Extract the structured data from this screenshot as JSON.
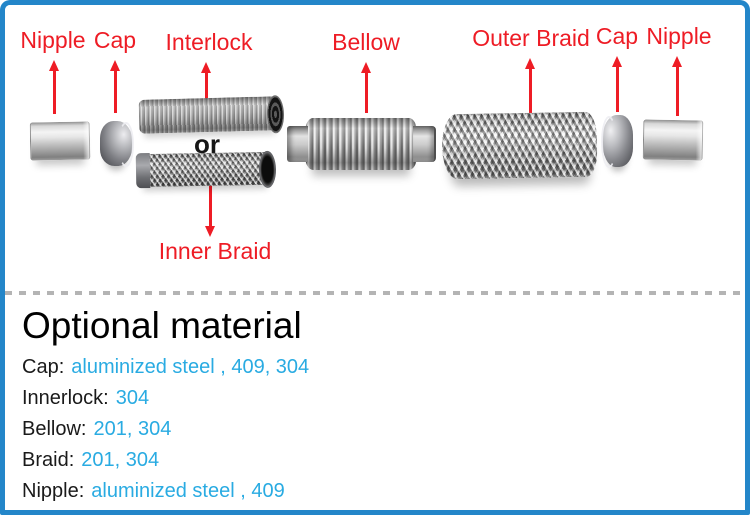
{
  "colors": {
    "frame_border_blue": "#2386c9",
    "label_red": "#ee1c25",
    "value_blue": "#29abe2",
    "divider_gray": "#b4b4b4",
    "text_black": "#1a1a1a"
  },
  "diagram": {
    "labels": {
      "nipple_left": "Nipple",
      "cap_left": "Cap",
      "interlock": "Interlock",
      "bellow": "Bellow",
      "outer_braid": "Outer Braid",
      "cap_right": "Cap",
      "nipple_right": "Nipple",
      "inner_braid": "Inner Braid",
      "or": "or"
    }
  },
  "materials": {
    "title": "Optional material",
    "items": [
      {
        "label": "Cap:",
        "value": "aluminized steel , 409, 304"
      },
      {
        "label": "Innerlock:",
        "value": "304"
      },
      {
        "label": "Bellow:",
        "value": "201, 304"
      },
      {
        "label": "Braid:",
        "value": "201, 304"
      },
      {
        "label": "Nipple:",
        "value": "aluminized steel , 409"
      }
    ]
  }
}
